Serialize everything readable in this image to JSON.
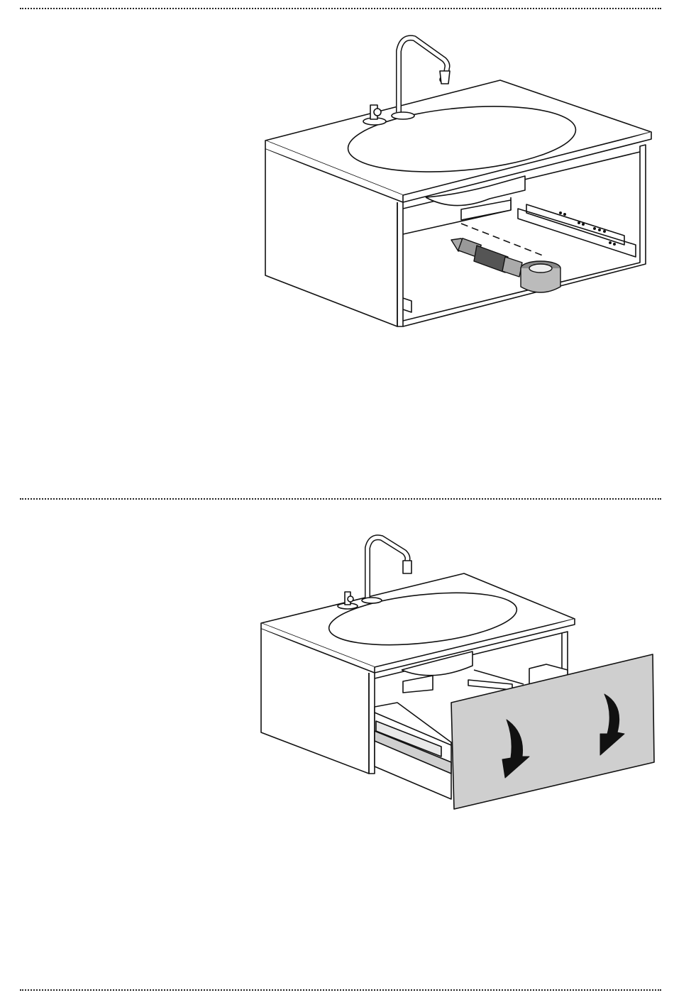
{
  "page": {
    "type": "assembly-instructions",
    "steps": [
      {
        "illustration": "vanity-unit-open-with-siphon",
        "icon": "siphon-icon"
      },
      {
        "illustration": "vanity-unit-drawer-closing",
        "icon": "rotate-arrow-icon"
      }
    ]
  },
  "colors": {
    "line": "#111111",
    "panel_fill": "#cfcfcf",
    "background": "#ffffff",
    "siphon_fill": "#9a9a9a"
  }
}
